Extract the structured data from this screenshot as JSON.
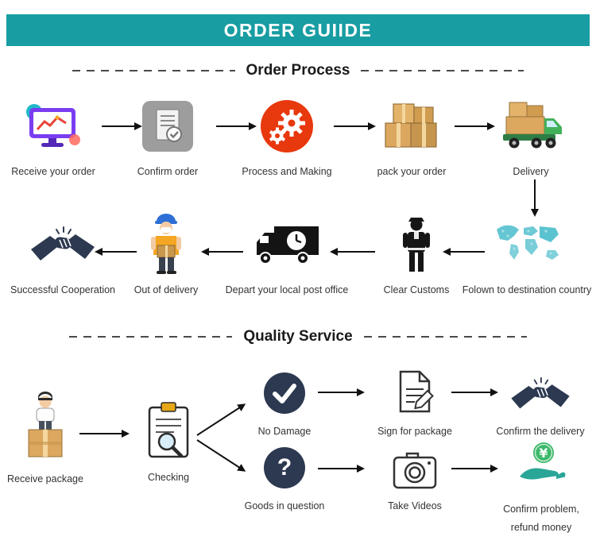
{
  "header": {
    "title": "ORDER GUIIDE"
  },
  "order_process": {
    "title": "Order Process",
    "row1": [
      {
        "label": "Receive your order"
      },
      {
        "label": "Confirm order"
      },
      {
        "label": "Process and Making"
      },
      {
        "label": "pack your order"
      },
      {
        "label": "Delivery"
      }
    ],
    "row2": [
      {
        "label": "Successful Cooperation"
      },
      {
        "label": "Out of delivery"
      },
      {
        "label": "Depart your local post office"
      },
      {
        "label": "Clear Customs"
      },
      {
        "label": "Folown to destination country"
      }
    ]
  },
  "quality_service": {
    "title": "Quality Service",
    "start": [
      {
        "label": "Receive package"
      },
      {
        "label": "Checking"
      }
    ],
    "branch_top": [
      {
        "label": "No Damage"
      },
      {
        "label": "Sign for package"
      },
      {
        "label": "Confirm the delivery"
      }
    ],
    "branch_bottom": [
      {
        "label": "Goods in question"
      },
      {
        "label": "Take Videos"
      },
      {
        "label": "Confirm problem, refund money"
      }
    ]
  },
  "icons": {
    "yen_glyph": "¥",
    "question_glyph": "?"
  },
  "colors": {
    "header_bg": "#189da2",
    "navy": "#2c3950",
    "accent_red": "#e8380d",
    "box_tan": "#dca75f",
    "teal": "#49bccb"
  }
}
